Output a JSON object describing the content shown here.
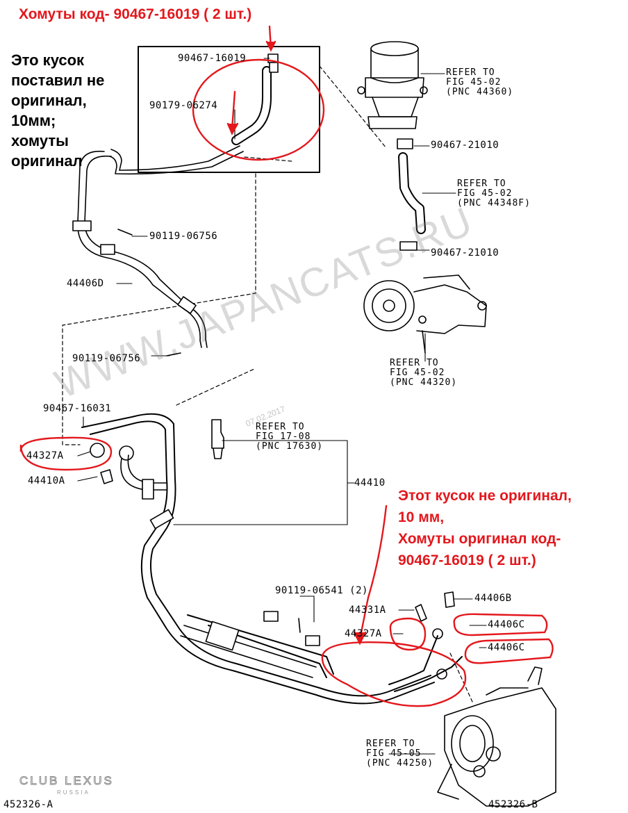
{
  "notes": {
    "top_red": "Хомуты код- 90467-16019 ( 2 шт.)",
    "left_black": "Это кусок\nпоставил не\nоригинал,\n10мм;\nхомуты\nоригинал",
    "right_red": "Этот кусок не оригинал,\n10 мм,\nХомуты оригинал код-\n90467-16019 ( 2 шт.)"
  },
  "parts": {
    "p_90467_16019": "90467-16019",
    "p_90179_06274": "90179-06274",
    "p_90467_21010_a": "90467-21010",
    "p_90467_21010_b": "90467-21010",
    "p_90119_06756_a": "90119-06756",
    "p_44406D": "44406D",
    "p_90119_06756_b": "90119-06756",
    "p_90467_16031": "90467-16031",
    "p_44327A_left": "44327A",
    "p_44410A": "44410A",
    "p_44410": "44410",
    "p_90119_06541": "90119-06541 (2)",
    "p_44331A": "44331A",
    "p_44327A_right": "44327A",
    "p_44406B": "44406B",
    "p_44406C_a": "44406C",
    "p_44406C_b": "44406C"
  },
  "refs": {
    "r1": "REFER TO\nFIG 45-02\n(PNC 44360)",
    "r2": "REFER TO\nFIG 45-02\n(PNC 44348F)",
    "r3": "REFER TO\nFIG 45-02\n(PNC 44320)",
    "r4": "REFER TO\nFIG 17-08\n(PNC 17630)",
    "r5": "REFER TO\nFIG 45-05\n(PNC 44250)"
  },
  "footer": {
    "left_code": "452326-A",
    "right_code": "452326-B",
    "logo_main": "CLUB LEXUS",
    "logo_sub": "RUSSIA"
  },
  "watermark": {
    "text": "WWW.JAPANCATS.RU",
    "date": "07.02.2017"
  },
  "colors": {
    "annotation_red": "#e3171c",
    "ink": "#000000",
    "watermark_gray": "#787878"
  }
}
